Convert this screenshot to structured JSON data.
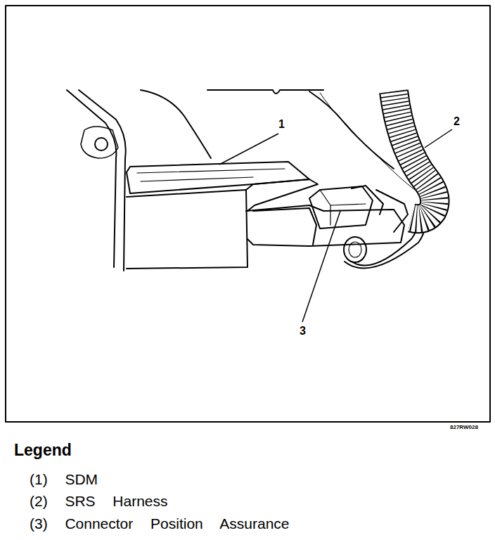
{
  "diagram": {
    "labels": [
      "1",
      "2",
      "3",
      "827RW028",
      "Legend"
    ],
    "legend": [
      {
        "text": "(1) SDM"
      },
      {
        "text": "(2) SRS Harness"
      },
      {
        "text": "(3) Connector Position Assurance"
      }
    ]
  }
}
